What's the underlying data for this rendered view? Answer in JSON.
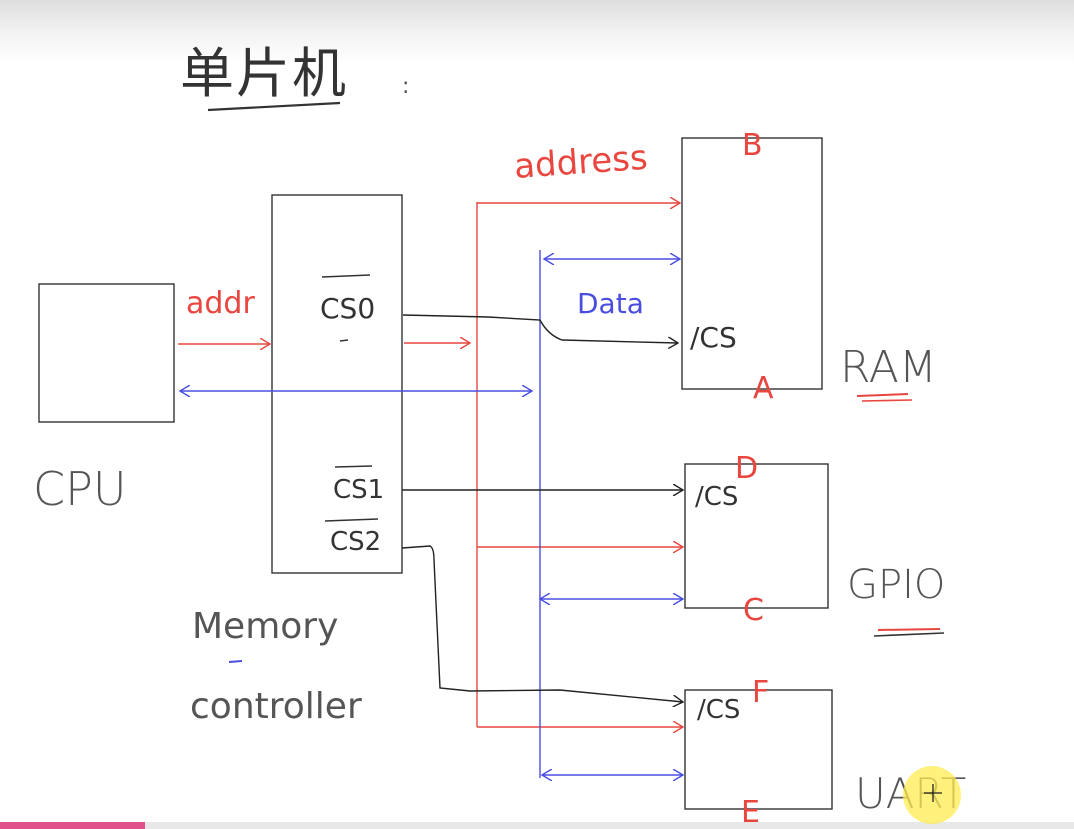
{
  "title": "单片机",
  "title_suffix": ":",
  "colors": {
    "address": "#e8463f",
    "data": "#4a4ee0",
    "control": "#222222",
    "box": "#333333",
    "progress": "#e0508a",
    "cursor": "#ffec50"
  },
  "blocks": {
    "cpu": {
      "label": "CPU"
    },
    "memory_controller": {
      "label_line1": "Memory",
      "label_line2": "controller",
      "cs0": "CS0",
      "cs1": "CS1",
      "cs2": "CS2"
    },
    "ram": {
      "label": "RAM",
      "cs": "/CS",
      "corner_top": "B",
      "corner_bottom": "A"
    },
    "gpio": {
      "label": "GPIO",
      "cs": "/CS",
      "corner_top": "D",
      "corner_bottom": "C"
    },
    "uart": {
      "label": "UART",
      "cs": "/CS",
      "corner_top": "F",
      "corner_bottom": "E"
    }
  },
  "bus_labels": {
    "addr": "addr",
    "address": "address",
    "data": "Data"
  },
  "video": {
    "progress": 0.135
  }
}
